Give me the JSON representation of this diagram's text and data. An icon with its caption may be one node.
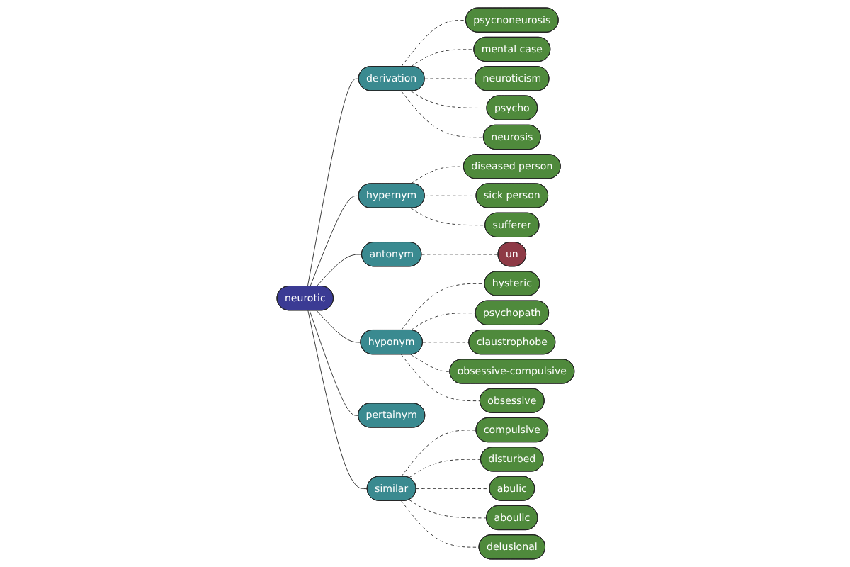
{
  "diagram": {
    "nodes": [
      {
        "text": [
          "neurotic"
        ]
      },
      {
        "text": [
          "derivation"
        ]
      },
      {
        "text": [
          "psycnoneurosis"
        ]
      },
      {
        "text": [
          "mental case"
        ]
      },
      {
        "text": [
          "neuroticism"
        ]
      },
      {
        "text": [
          "psycho"
        ]
      },
      {
        "text": [
          "neurosis"
        ]
      },
      {
        "text": [
          "hypernym"
        ]
      },
      {
        "text": [
          "diseased person"
        ]
      },
      {
        "text": [
          "sick person"
        ]
      },
      {
        "text": [
          "sufferer"
        ]
      },
      {
        "text": [
          "antonym"
        ]
      },
      {
        "text": [
          "un"
        ]
      },
      {
        "text": [
          "hyponym"
        ]
      },
      {
        "text": [
          "hysteric"
        ]
      },
      {
        "text": [
          "psychopath"
        ]
      },
      {
        "text": [
          "claustrophobe"
        ]
      },
      {
        "text": [
          "obsessive-compulsive"
        ]
      },
      {
        "text": [
          "obsessive"
        ]
      },
      {
        "text": [
          "pertainym"
        ]
      },
      {
        "text": [
          "similar"
        ]
      },
      {
        "text": [
          "compulsive"
        ]
      },
      {
        "text": [
          "disturbed"
        ]
      },
      {
        "text": [
          "abulic"
        ]
      },
      {
        "text": [
          "aboulic"
        ]
      },
      {
        "text": [
          "delusional"
        ]
      }
    ],
    "edges": [
      {
        "from": 0,
        "to": 1,
        "arrow": "none"
      },
      {
        "from": 1,
        "to": 2,
        "arrow": "none",
        "style": "dashed"
      },
      {
        "from": 1,
        "to": 3,
        "arrow": "none",
        "style": "dashed"
      },
      {
        "from": 1,
        "to": 4,
        "arrow": "none",
        "style": "dashed"
      },
      {
        "from": 1,
        "to": 5,
        "arrow": "none",
        "style": "dashed"
      },
      {
        "from": 1,
        "to": 6,
        "arrow": "none",
        "style": "dashed"
      },
      {
        "from": 0,
        "to": 7,
        "arrow": "none"
      },
      {
        "from": 7,
        "to": 8,
        "arrow": "none",
        "style": "dashed"
      },
      {
        "from": 7,
        "to": 9,
        "arrow": "none",
        "style": "dashed"
      },
      {
        "from": 7,
        "to": 10,
        "arrow": "none",
        "style": "dashed"
      },
      {
        "from": 0,
        "to": 11,
        "arrow": "none"
      },
      {
        "from": 11,
        "to": 12,
        "arrow": "none",
        "style": "dashed"
      },
      {
        "from": 0,
        "to": 13,
        "arrow": "none"
      },
      {
        "from": 13,
        "to": 14,
        "arrow": "none",
        "style": "dashed"
      },
      {
        "from": 13,
        "to": 15,
        "arrow": "none",
        "style": "dashed"
      },
      {
        "from": 13,
        "to": 16,
        "arrow": "none",
        "style": "dashed"
      },
      {
        "from": 13,
        "to": 17,
        "arrow": "none",
        "style": "dashed"
      },
      {
        "from": 13,
        "to": 18,
        "arrow": "none",
        "style": "dashed"
      },
      {
        "from": 0,
        "to": 19,
        "arrow": "none"
      },
      {
        "from": 0,
        "to": 20,
        "arrow": "none"
      },
      {
        "from": 20,
        "to": 21,
        "arrow": "none",
        "style": "dashed"
      },
      {
        "from": 20,
        "to": 22,
        "arrow": "none",
        "style": "dashed"
      },
      {
        "from": 20,
        "to": 23,
        "arrow": "none",
        "style": "dashed"
      },
      {
        "from": 20,
        "to": 24,
        "arrow": "none",
        "style": "dashed"
      },
      {
        "from": 20,
        "to": 25,
        "arrow": "none",
        "style": "dashed"
      }
    ]
  }
}
